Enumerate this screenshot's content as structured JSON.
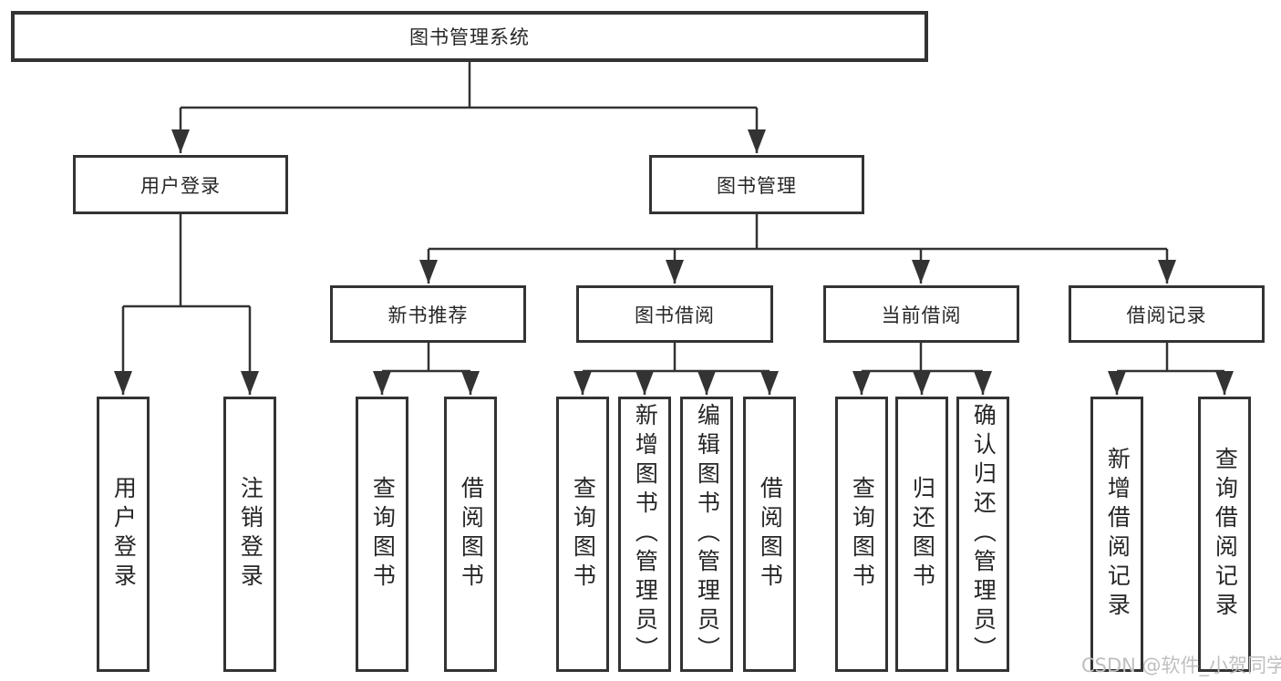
{
  "title": "图书管理系统",
  "watermark": "CSDN @软件_小贺同学",
  "colors": {
    "line": "#333333",
    "box_border": "#333333",
    "text": "#262626",
    "background": "#ffffff",
    "watermark": "#bfbfbf"
  },
  "nodes": {
    "root": {
      "label": "图书管理系统"
    },
    "user_login": {
      "label": "用户登录"
    },
    "book_mgmt": {
      "label": "图书管理"
    },
    "new_book_rec": {
      "label": "新书推荐"
    },
    "book_borrow": {
      "label": "图书借阅"
    },
    "current_borrow": {
      "label": "当前借阅"
    },
    "borrow_records": {
      "label": "借阅记录"
    },
    "leaf_user_login": {
      "label": "用户登录"
    },
    "leaf_logout": {
      "label": "注销登录"
    },
    "leaf_query_books_rec": {
      "label": "查询图书"
    },
    "leaf_borrow_books_rec": {
      "label": "借阅图书"
    },
    "leaf_query_books_borrow": {
      "label": "查询图书"
    },
    "leaf_add_books": {
      "label": "新增图书（管理员）"
    },
    "leaf_edit_books": {
      "label": "编辑图书（管理员）"
    },
    "leaf_borrow_books": {
      "label": "借阅图书"
    },
    "leaf_query_books_current": {
      "label": "查询图书"
    },
    "leaf_return_books": {
      "label": "归还图书"
    },
    "leaf_confirm_return": {
      "label": "确认归还（管理员）"
    },
    "leaf_add_borrow_record": {
      "label": "新增借阅记录"
    },
    "leaf_query_borrow_record": {
      "label": "查询借阅记录"
    }
  },
  "hierarchy": [
    {
      "parent": "图书管理系统",
      "children": [
        "用户登录",
        "图书管理"
      ]
    },
    {
      "parent": "用户登录",
      "children": [
        "用户登录",
        "注销登录"
      ]
    },
    {
      "parent": "图书管理",
      "children": [
        "新书推荐",
        "图书借阅",
        "当前借阅",
        "借阅记录"
      ]
    },
    {
      "parent": "新书推荐",
      "children": [
        "查询图书",
        "借阅图书"
      ]
    },
    {
      "parent": "图书借阅",
      "children": [
        "查询图书",
        "新增图书（管理员）",
        "编辑图书（管理员）",
        "借阅图书"
      ]
    },
    {
      "parent": "当前借阅",
      "children": [
        "查询图书",
        "归还图书",
        "确认归还（管理员）"
      ]
    },
    {
      "parent": "借阅记录",
      "children": [
        "新增借阅记录",
        "查询借阅记录"
      ]
    }
  ]
}
